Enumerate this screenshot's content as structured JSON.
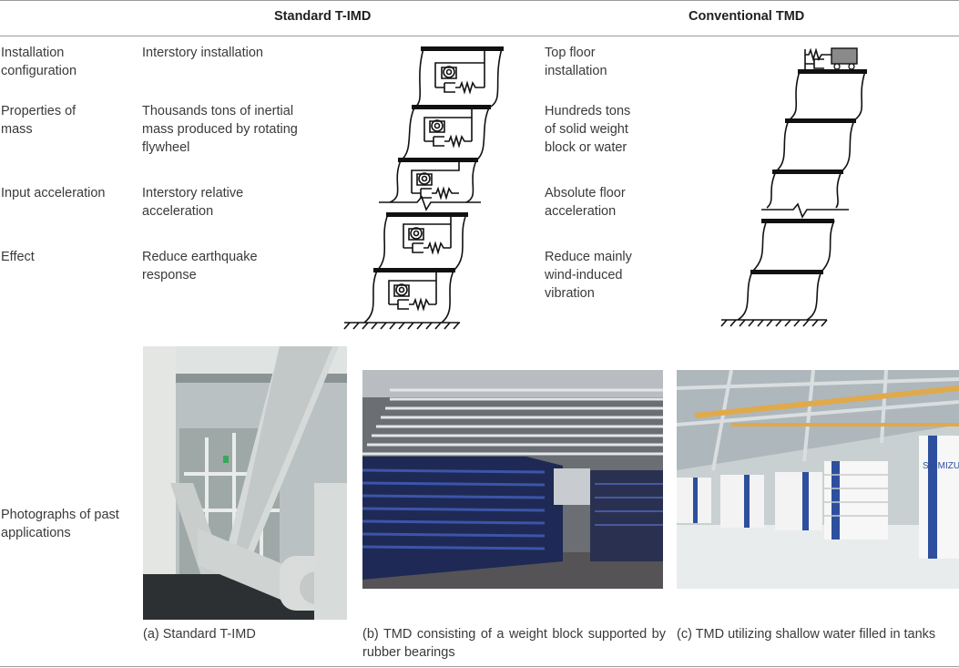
{
  "header": {
    "col_timd": "Standard T-IMD",
    "col_tmd": "Conventional TMD"
  },
  "rows": [
    {
      "label": "Installation configuration",
      "timd": "Interstory installation",
      "tmd": "Top floor installation"
    },
    {
      "label": "Properties of mass",
      "timd": "Thousands tons of inertial mass produced by rotating flywheel",
      "tmd": "Hundreds tons of solid weight block or water"
    },
    {
      "label": "Input acceleration",
      "timd": "Interstory relative acceleration",
      "tmd": "Absolute floor acceleration"
    },
    {
      "label": "Effect",
      "timd": "Reduce earthquake response",
      "tmd": "Reduce mainly wind-induced vibration"
    }
  ],
  "photos": {
    "label": "Photographs of past applications",
    "captions": {
      "a": "(a) Standard T-IMD",
      "b": "(b) TMD consisting of a weight block supported by rubber bearings",
      "c": "(c) TMD utilizing shallow water filled in tanks"
    },
    "tank_lettering": "SHIMIZU"
  },
  "colors": {
    "rule": "#9a9a9a",
    "text": "#3a3a3a",
    "diagram_stroke": "#111111",
    "tmd_mass": "#8a8a8a"
  }
}
